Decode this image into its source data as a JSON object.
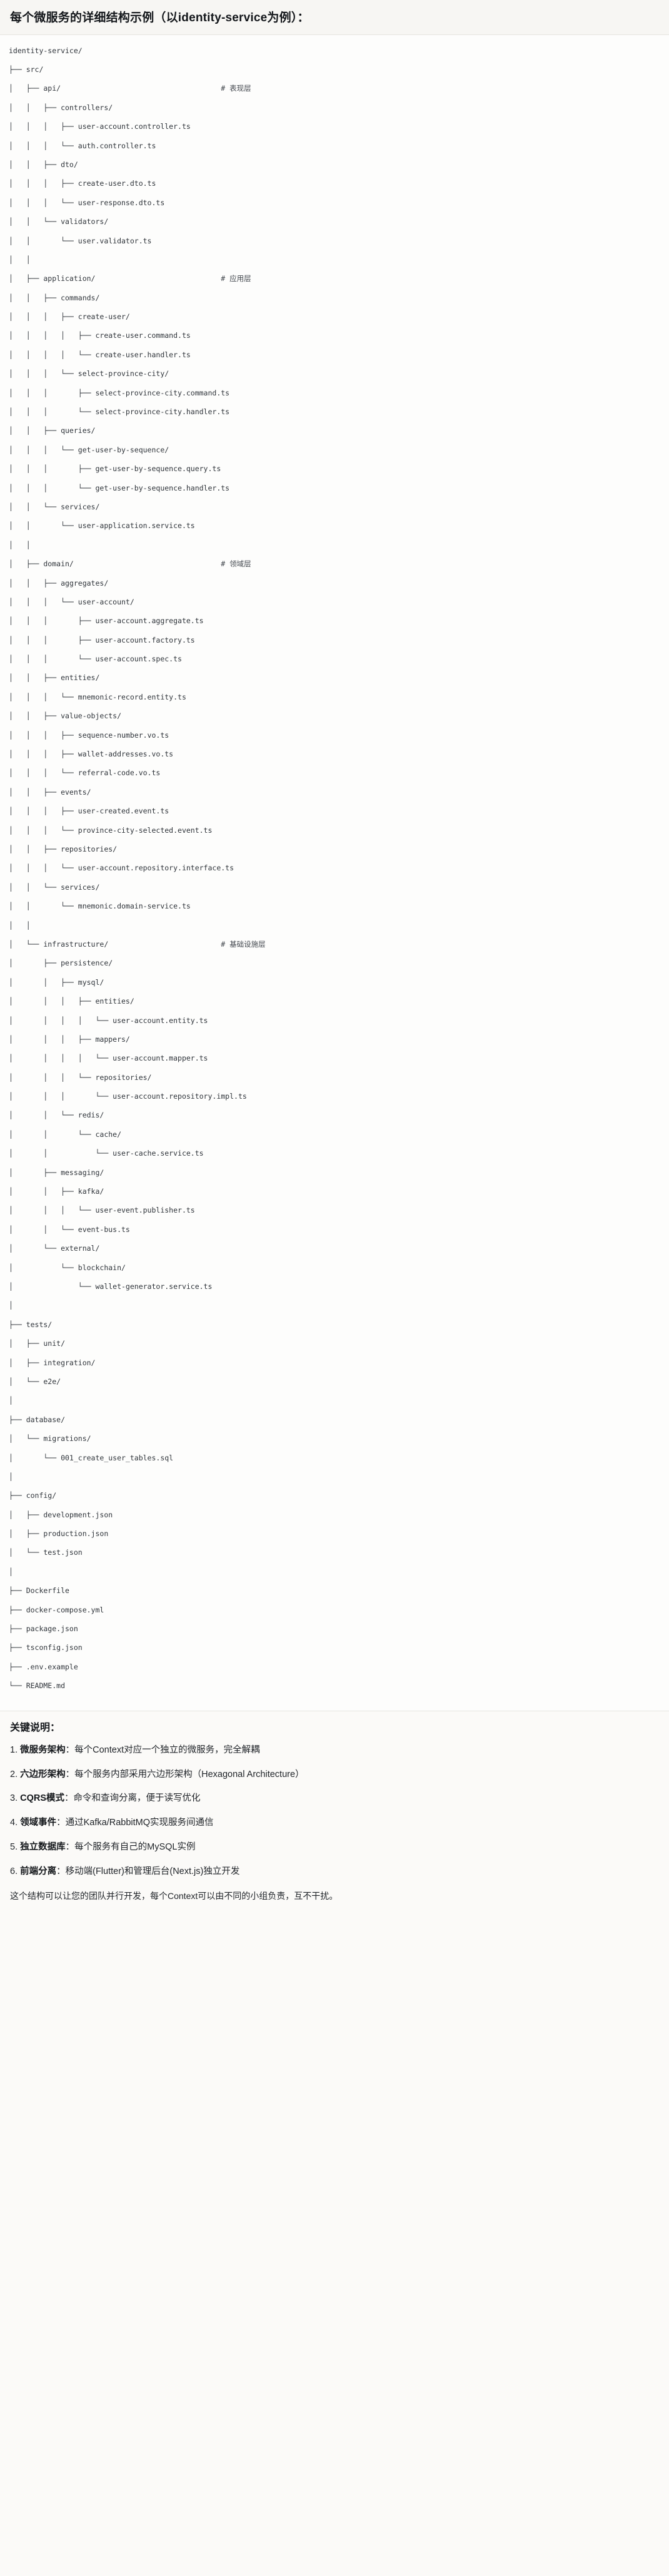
{
  "header": {
    "title": "每个微服务的详细结构示例（以identity-service为例）："
  },
  "tree": {
    "root": "identity-service/",
    "lines": [
      {
        "text": "identity-service/",
        "comment": ""
      },
      {
        "text": "├── src/",
        "comment": ""
      },
      {
        "text": "│   ├── api/",
        "comment": "# 表现层"
      },
      {
        "text": "│   │   ├── controllers/",
        "comment": ""
      },
      {
        "text": "│   │   │   ├── user-account.controller.ts",
        "comment": ""
      },
      {
        "text": "│   │   │   └── auth.controller.ts",
        "comment": ""
      },
      {
        "text": "│   │   ├── dto/",
        "comment": ""
      },
      {
        "text": "│   │   │   ├── create-user.dto.ts",
        "comment": ""
      },
      {
        "text": "│   │   │   └── user-response.dto.ts",
        "comment": ""
      },
      {
        "text": "│   │   └── validators/",
        "comment": ""
      },
      {
        "text": "│   │       └── user.validator.ts",
        "comment": ""
      },
      {
        "text": "│   │",
        "comment": ""
      },
      {
        "text": "│   ├── application/",
        "comment": "# 应用层"
      },
      {
        "text": "│   │   ├── commands/",
        "comment": ""
      },
      {
        "text": "│   │   │   ├── create-user/",
        "comment": ""
      },
      {
        "text": "│   │   │   │   ├── create-user.command.ts",
        "comment": ""
      },
      {
        "text": "│   │   │   │   └── create-user.handler.ts",
        "comment": ""
      },
      {
        "text": "│   │   │   └── select-province-city/",
        "comment": ""
      },
      {
        "text": "│   │   │       ├── select-province-city.command.ts",
        "comment": ""
      },
      {
        "text": "│   │   │       └── select-province-city.handler.ts",
        "comment": ""
      },
      {
        "text": "│   │   ├── queries/",
        "comment": ""
      },
      {
        "text": "│   │   │   └── get-user-by-sequence/",
        "comment": ""
      },
      {
        "text": "│   │   │       ├── get-user-by-sequence.query.ts",
        "comment": ""
      },
      {
        "text": "│   │   │       └── get-user-by-sequence.handler.ts",
        "comment": ""
      },
      {
        "text": "│   │   └── services/",
        "comment": ""
      },
      {
        "text": "│   │       └── user-application.service.ts",
        "comment": ""
      },
      {
        "text": "│   │",
        "comment": ""
      },
      {
        "text": "│   ├── domain/",
        "comment": "# 领域层"
      },
      {
        "text": "│   │   ├── aggregates/",
        "comment": ""
      },
      {
        "text": "│   │   │   └── user-account/",
        "comment": ""
      },
      {
        "text": "│   │   │       ├── user-account.aggregate.ts",
        "comment": ""
      },
      {
        "text": "│   │   │       ├── user-account.factory.ts",
        "comment": ""
      },
      {
        "text": "│   │   │       └── user-account.spec.ts",
        "comment": ""
      },
      {
        "text": "│   │   ├── entities/",
        "comment": ""
      },
      {
        "text": "│   │   │   └── mnemonic-record.entity.ts",
        "comment": ""
      },
      {
        "text": "│   │   ├── value-objects/",
        "comment": ""
      },
      {
        "text": "│   │   │   ├── sequence-number.vo.ts",
        "comment": ""
      },
      {
        "text": "│   │   │   ├── wallet-addresses.vo.ts",
        "comment": ""
      },
      {
        "text": "│   │   │   └── referral-code.vo.ts",
        "comment": ""
      },
      {
        "text": "│   │   ├── events/",
        "comment": ""
      },
      {
        "text": "│   │   │   ├── user-created.event.ts",
        "comment": ""
      },
      {
        "text": "│   │   │   └── province-city-selected.event.ts",
        "comment": ""
      },
      {
        "text": "│   │   ├── repositories/",
        "comment": ""
      },
      {
        "text": "│   │   │   └── user-account.repository.interface.ts",
        "comment": ""
      },
      {
        "text": "│   │   └── services/",
        "comment": ""
      },
      {
        "text": "│   │       └── mnemonic.domain-service.ts",
        "comment": ""
      },
      {
        "text": "│   │",
        "comment": ""
      },
      {
        "text": "│   └── infrastructure/",
        "comment": "# 基础设施层"
      },
      {
        "text": "│       ├── persistence/",
        "comment": ""
      },
      {
        "text": "│       │   ├── mysql/",
        "comment": ""
      },
      {
        "text": "│       │   │   ├── entities/",
        "comment": ""
      },
      {
        "text": "│       │   │   │   └── user-account.entity.ts",
        "comment": ""
      },
      {
        "text": "│       │   │   ├── mappers/",
        "comment": ""
      },
      {
        "text": "│       │   │   │   └── user-account.mapper.ts",
        "comment": ""
      },
      {
        "text": "│       │   │   └── repositories/",
        "comment": ""
      },
      {
        "text": "│       │   │       └── user-account.repository.impl.ts",
        "comment": ""
      },
      {
        "text": "│       │   └── redis/",
        "comment": ""
      },
      {
        "text": "│       │       └── cache/",
        "comment": ""
      },
      {
        "text": "│       │           └── user-cache.service.ts",
        "comment": ""
      },
      {
        "text": "│       ├── messaging/",
        "comment": ""
      },
      {
        "text": "│       │   ├── kafka/",
        "comment": ""
      },
      {
        "text": "│       │   │   └── user-event.publisher.ts",
        "comment": ""
      },
      {
        "text": "│       │   └── event-bus.ts",
        "comment": ""
      },
      {
        "text": "│       └── external/",
        "comment": ""
      },
      {
        "text": "│           └── blockchain/",
        "comment": ""
      },
      {
        "text": "│               └── wallet-generator.service.ts",
        "comment": ""
      },
      {
        "text": "│",
        "comment": ""
      },
      {
        "text": "├── tests/",
        "comment": ""
      },
      {
        "text": "│   ├── unit/",
        "comment": ""
      },
      {
        "text": "│   ├── integration/",
        "comment": ""
      },
      {
        "text": "│   └── e2e/",
        "comment": ""
      },
      {
        "text": "│",
        "comment": ""
      },
      {
        "text": "├── database/",
        "comment": ""
      },
      {
        "text": "│   └── migrations/",
        "comment": ""
      },
      {
        "text": "│       └── 001_create_user_tables.sql",
        "comment": ""
      },
      {
        "text": "│",
        "comment": ""
      },
      {
        "text": "├── config/",
        "comment": ""
      },
      {
        "text": "│   ├── development.json",
        "comment": ""
      },
      {
        "text": "│   ├── production.json",
        "comment": ""
      },
      {
        "text": "│   └── test.json",
        "comment": ""
      },
      {
        "text": "│",
        "comment": ""
      },
      {
        "text": "├── Dockerfile",
        "comment": ""
      },
      {
        "text": "├── docker-compose.yml",
        "comment": ""
      },
      {
        "text": "├── package.json",
        "comment": ""
      },
      {
        "text": "├── tsconfig.json",
        "comment": ""
      },
      {
        "text": "├── .env.example",
        "comment": ""
      },
      {
        "text": "└── README.md",
        "comment": ""
      }
    ],
    "comment_column": 49
  },
  "notes": {
    "title": "关键说明：",
    "items": [
      {
        "index": "1.",
        "term": "微服务架构",
        "sep": "：",
        "desc": "每个Context对应一个独立的微服务，完全解耦"
      },
      {
        "index": "2.",
        "term": "六边形架构",
        "sep": "：",
        "desc": "每个服务内部采用六边形架构（Hexagonal Architecture）"
      },
      {
        "index": "3.",
        "term": "CQRS模式",
        "sep": "：",
        "desc": "命令和查询分离，便于读写优化"
      },
      {
        "index": "4.",
        "term": "领域事件",
        "sep": "：",
        "desc": "通过Kafka/RabbitMQ实现服务间通信"
      },
      {
        "index": "5.",
        "term": "独立数据库",
        "sep": "：",
        "desc": "每个服务有自己的MySQL实例"
      },
      {
        "index": "6.",
        "term": "前端分离",
        "sep": "：",
        "desc": "移动端(Flutter)和管理后台(Next.js)独立开发"
      }
    ],
    "footer": "这个结构可以让您的团队并行开发，每个Context可以由不同的小组负责，互不干扰。"
  },
  "colors": {
    "page_bg": "#fbfaf8",
    "header_bg": "#f7f6f3",
    "code_bg": "#fdfdfc",
    "border": "#e6e4e0",
    "text": "#1f2328",
    "code_text": "#2f343a"
  }
}
